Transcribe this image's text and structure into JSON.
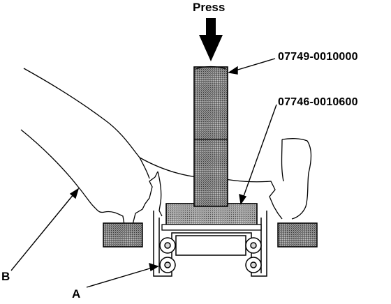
{
  "labels": {
    "press": "Press",
    "tool_driver": "07749-0010000",
    "tool_attachment": "07746-0010600",
    "callout_b": "B",
    "callout_a": "A"
  },
  "colors": {
    "ink": "#000000",
    "shade": "#7a7a7a",
    "paper": "#ffffff"
  }
}
